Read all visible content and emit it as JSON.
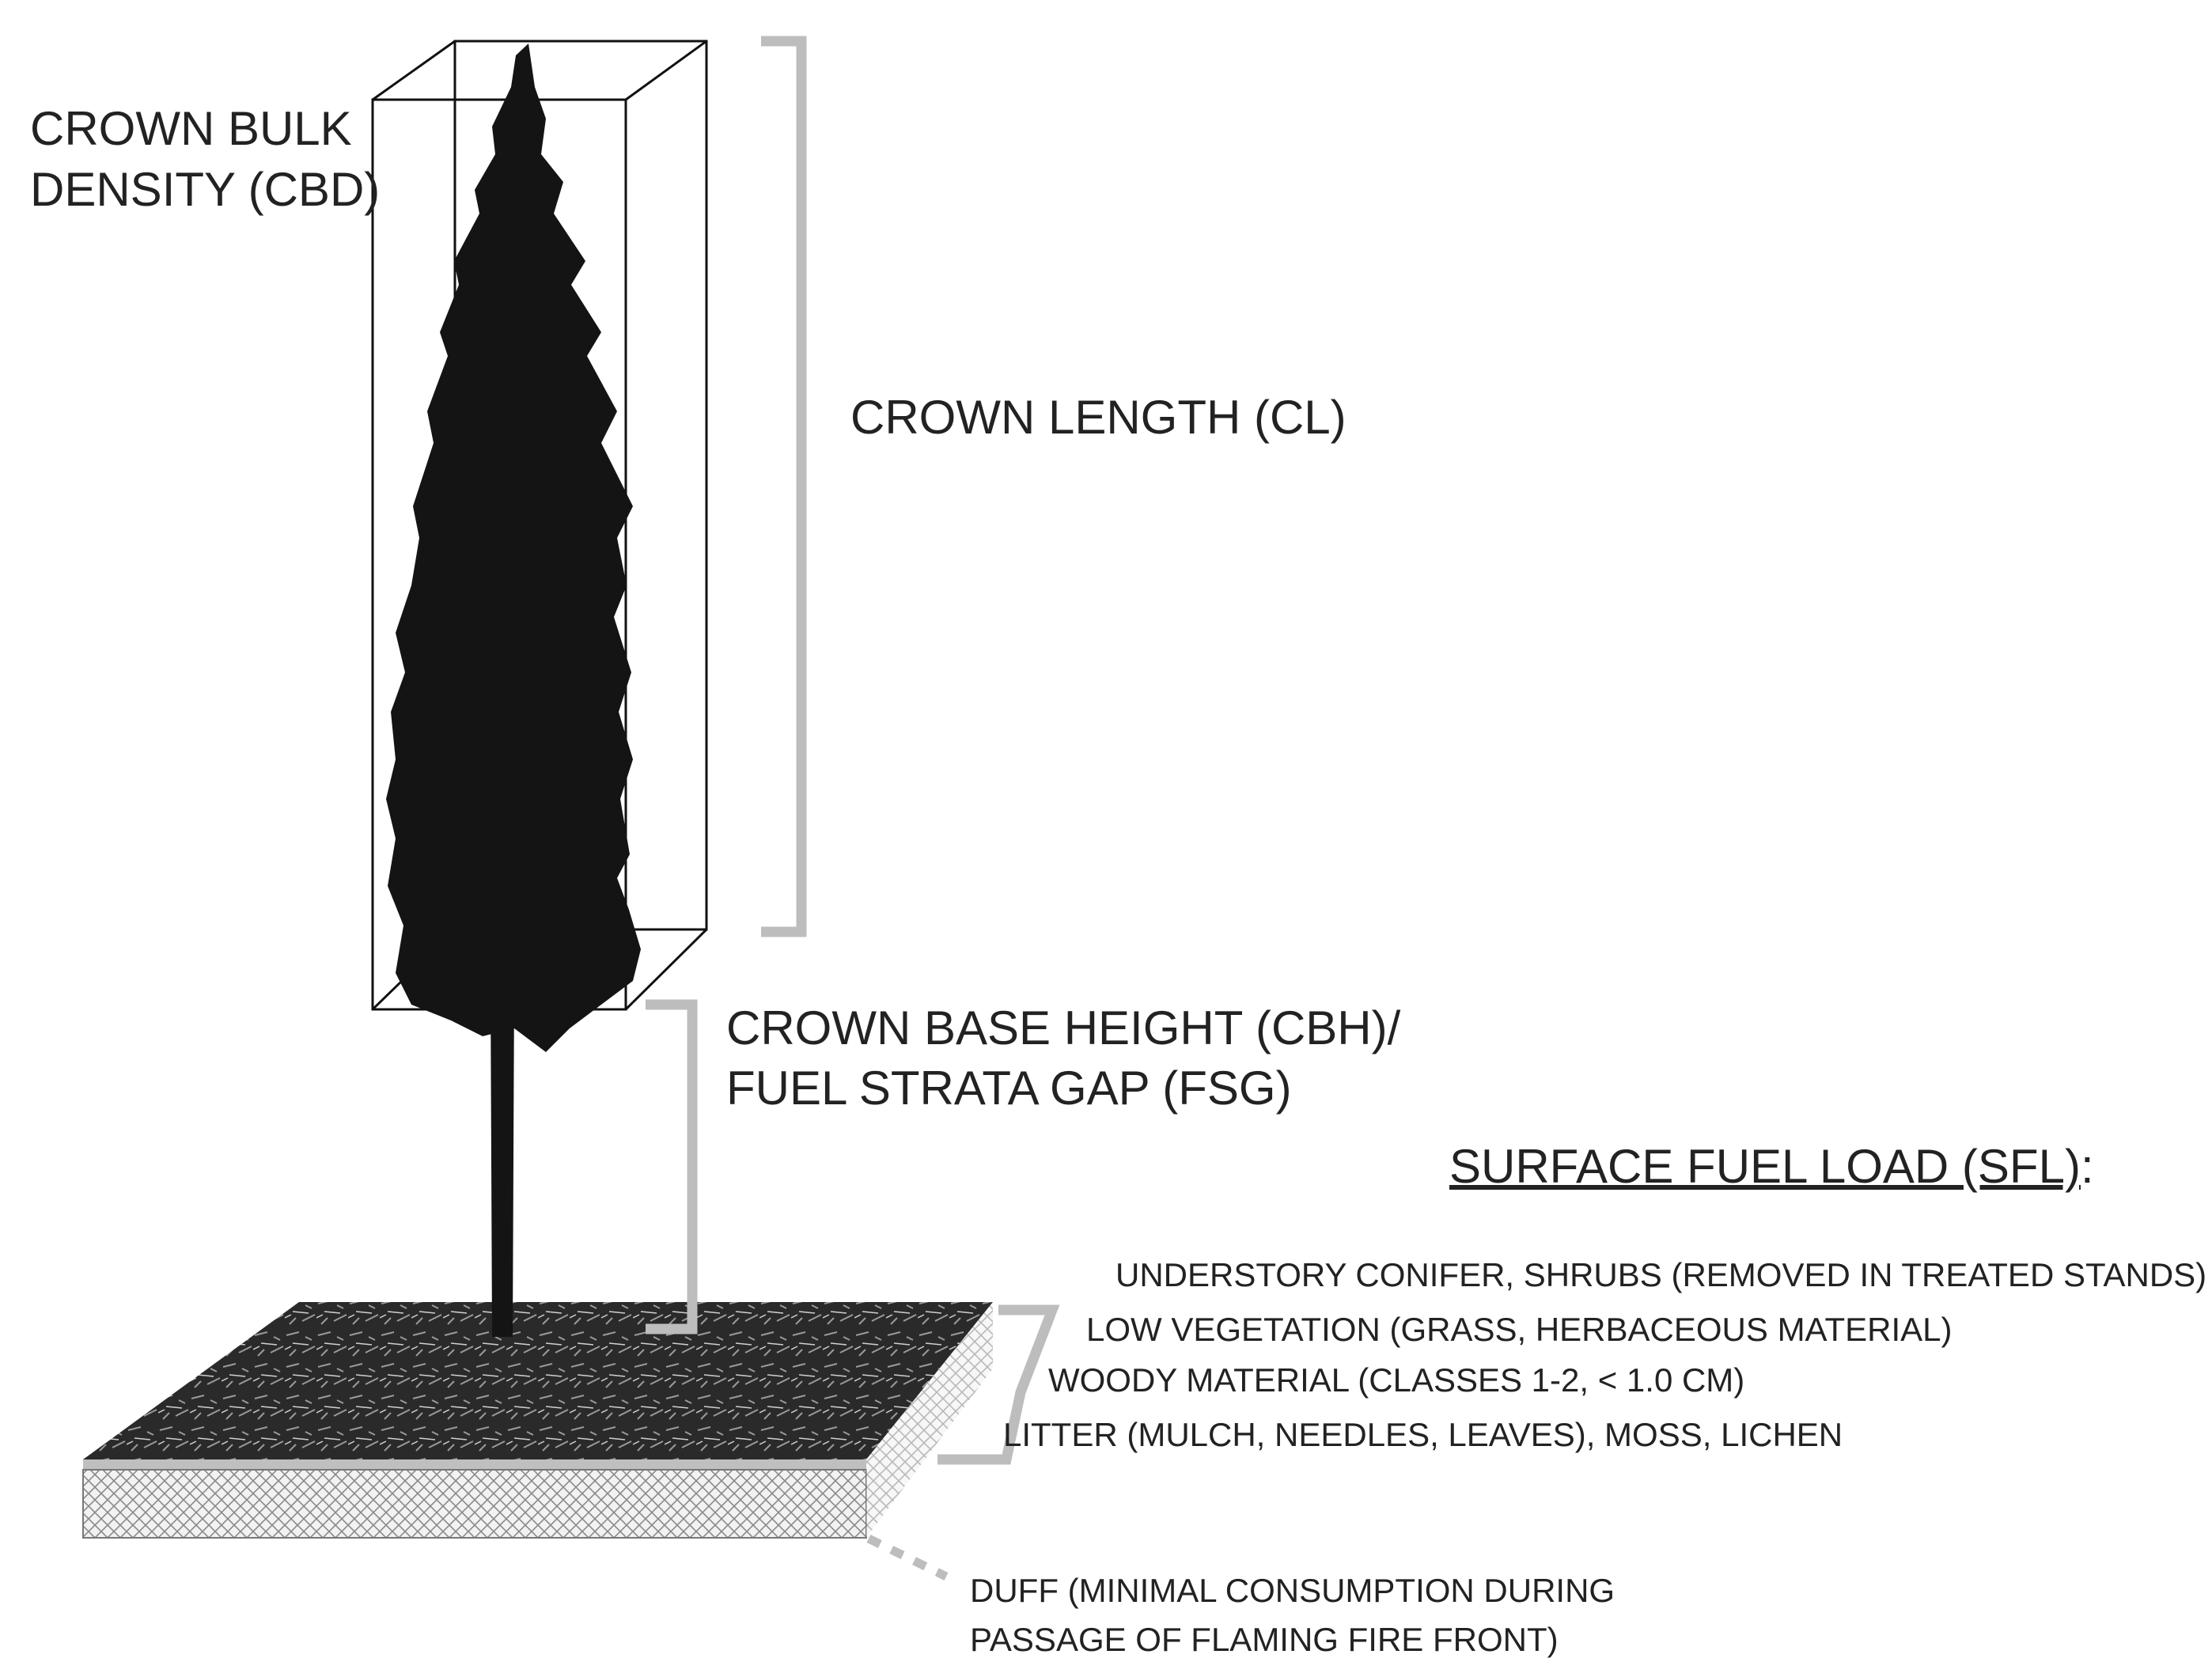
{
  "labels": {
    "crown_bulk_density": [
      "CROWN BULK",
      "DENSITY (CBD)"
    ],
    "crown_length": "CROWN LENGTH (CL)",
    "crown_base_height": [
      "CROWN BASE HEIGHT (CBH)/",
      "FUEL STRATA GAP (FSG)"
    ],
    "surface_fuel_load": {
      "heading": "SURFACE FUEL LOAD (SFL)",
      "colon": ":"
    },
    "fuel_layers": [
      "UNDERSTORY CONIFER, SHRUBS (REMOVED IN TREATED STANDS)",
      "LOW VEGETATION (GRASS, HERBACEOUS MATERIAL)",
      "WOODY MATERIAL (CLASSES 1-2, < 1.0 CM)",
      "LITTER (MULCH, NEEDLES, LEAVES), MOSS, LICHEN"
    ],
    "duff": [
      "DUFF (MINIMAL CONSUMPTION DURING",
      "PASSAGE OF FLAMING FIRE FRONT)"
    ]
  },
  "colors": {
    "bracket": "#bdbdbd",
    "tree": "#141414",
    "ground": "#2a2a2a",
    "duff_fill": "#f2f2f2",
    "duff_hatch": "#8a8a8a"
  }
}
